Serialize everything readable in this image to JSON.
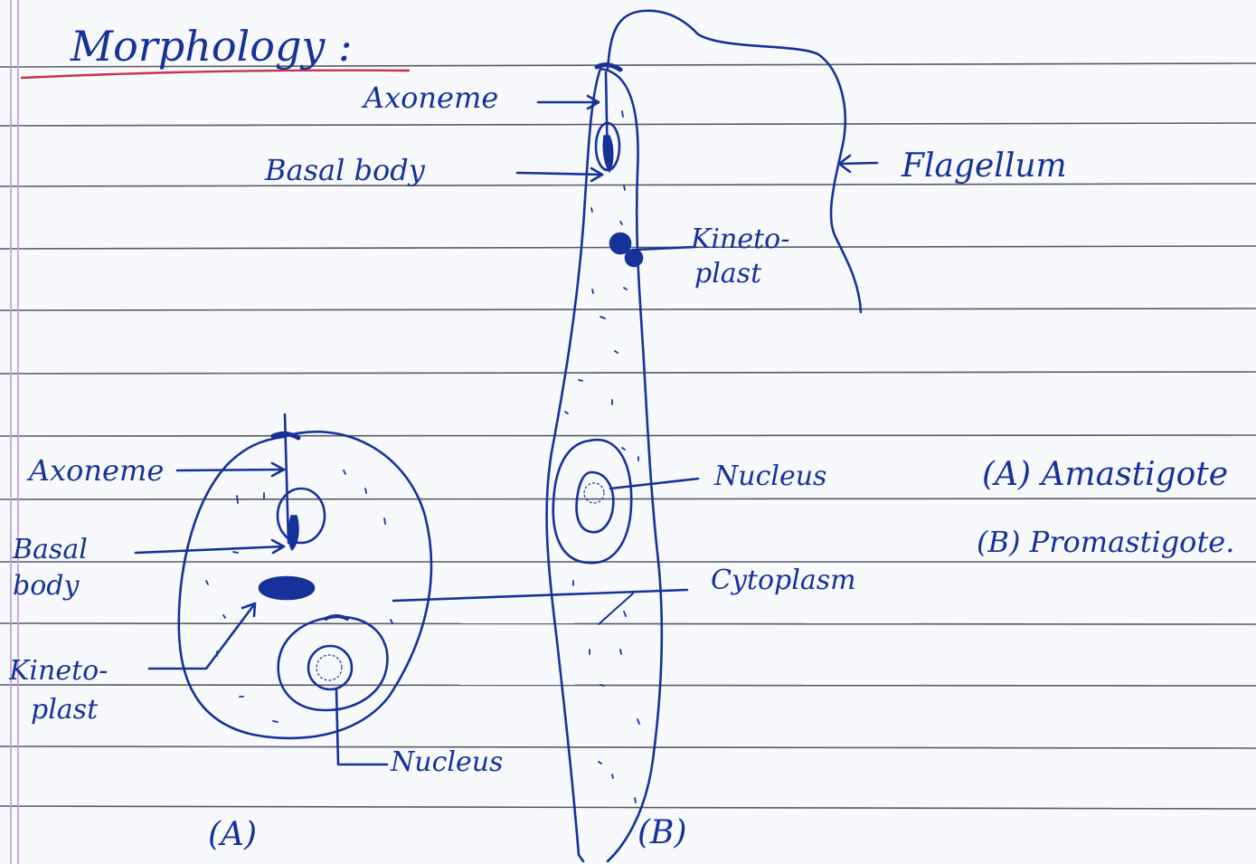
{
  "page": {
    "title": "Morphology :"
  },
  "figure_a": {
    "labels": {
      "axoneme": "Axoneme",
      "basal_body_line1": "Basal",
      "basal_body_line2": "body",
      "kinetoplast_line1": "Kineto-",
      "kinetoplast_line2": "plast",
      "nucleus": "Nucleus"
    },
    "caption": "(A)"
  },
  "figure_b": {
    "labels": {
      "axoneme": "Axoneme",
      "basal_body": "Basal body",
      "flagellum": "Flagellum",
      "kinetoplast_line1": "Kineto-",
      "kinetoplast_line2": "plast",
      "nucleus": "Nucleus",
      "cytoplasm": "Cytoplasm"
    },
    "caption": "(B)"
  },
  "legend": {
    "a": "(A) Amastigote",
    "b": "(B) Promastigote."
  },
  "colors": {
    "ink": "#15329a",
    "ruled_line": "#3c3f4a",
    "margin_line": "#c9a2d6",
    "title_underline": "#c8324e"
  }
}
